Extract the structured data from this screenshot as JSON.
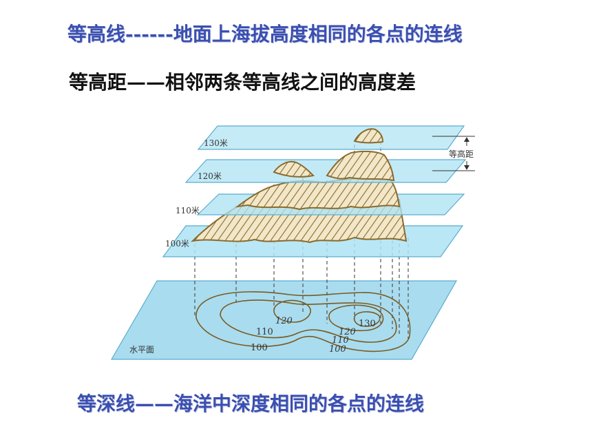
{
  "slide": {
    "contour_def": "等高线------地面上海拔高度相同的各点的连线",
    "interval_def": "等高距——相邻两条等高线之间的高度差",
    "isobath_def": "等深线——海洋中深度相同的各点的连线"
  },
  "figure": {
    "plane_labels": [
      "130米",
      "120米",
      "110米",
      "100米"
    ],
    "interval_label": "等高距",
    "base_label": "水平面",
    "contour_labels": {
      "left_120": "120",
      "left_110": "110",
      "left_100": "100",
      "right_130": "130",
      "right_120": "120",
      "right_110": "110",
      "right_100": "100"
    },
    "colors": {
      "plane_fill": "#aee3f3",
      "plane_stroke": "#5aaccf",
      "base_fill": "#a9dcef",
      "terrain_brown": "#8a6a2c",
      "terrain_light": "#f2e7c8",
      "title_blue": "#3b4fb0"
    }
  }
}
